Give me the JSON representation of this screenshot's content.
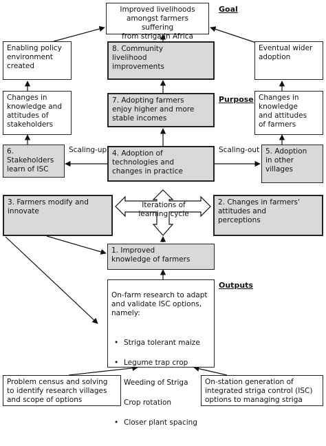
{
  "headers": {
    "goal": "Goal",
    "purpose": "Purpose",
    "outputs": "Outputs"
  },
  "boxes": {
    "goal_box": "Improved livelihoods\namongst farmers suffering\nfrom striga in Africa",
    "policy": "Enabling policy\nenvironment\ncreated",
    "community": "8. Community\nlivelihood\nimprovements",
    "wider": "Eventual wider\nadoption",
    "changes_stakeholders": "Changes in\nknowledge and\nattitudes of\nstakeholders",
    "adopting_farmers": "7. Adopting farmers\nenjoy higher and more\nstable incomes",
    "changes_farmers": "Changes in\nknowledge\nand attitudes\nof farmers",
    "stakeholders_learn": "6. Stakeholders\nlearn of ISC",
    "adoption": "4. Adoption of\ntechnologies and\nchanges in practice",
    "other_villages": "5. Adoption\nin other\nvillages",
    "farmers_modify": "3. Farmers modify and\ninnovate",
    "changes_attitudes": "2. Changes in farmers'\nattitudes and\nperceptions",
    "improved_knowledge": "1. Improved\nknowledge of farmers",
    "problem_census": "Problem census and solving\nto identify research villages\nand scope of options",
    "on_station": "On-station generation of\nintegrated striga control (ISC)\noptions to managing striga"
  },
  "on_farm": {
    "intro": "On-farm research to adapt\nand validate ISC options,\nnamely:",
    "items": [
      "Striga tolerant maize",
      "Legume trap crop",
      "Weeding of Striga",
      "Crop rotation",
      "Closer plant spacing"
    ]
  },
  "labels": {
    "scaling_up": "Scaling-up",
    "scaling_out": "Scaling-out",
    "iterations": "Iterations of\nlearning cycle"
  }
}
